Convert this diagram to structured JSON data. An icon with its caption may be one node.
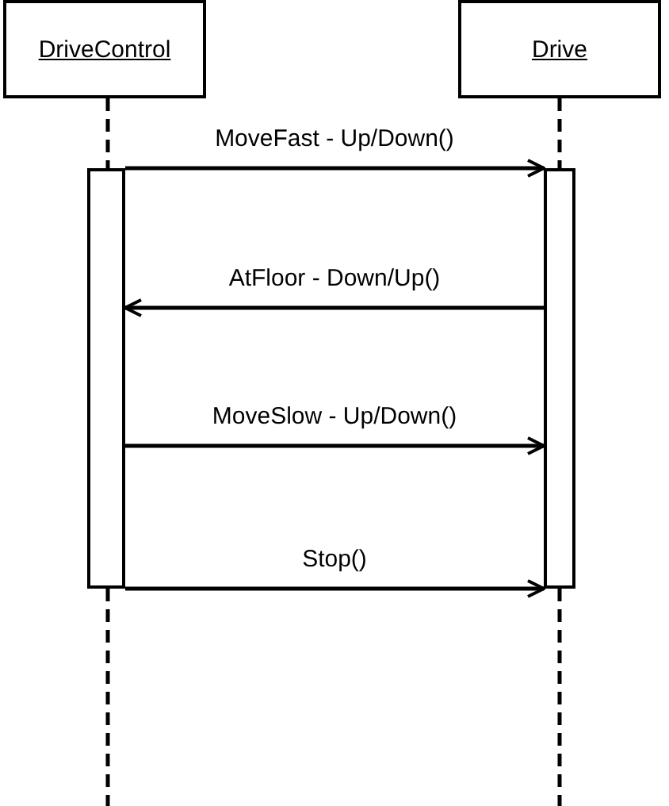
{
  "diagram": {
    "nodes": [
      {
        "text": [
          "DriveControl"
        ]
      },
      {
        "text": [
          "Drive"
        ]
      },
      {
        "text": [],
        "shape": "bar"
      },
      {
        "text": [],
        "shape": "bar"
      }
    ],
    "edges": [
      {
        "from": 0,
        "to": 2,
        "arrow": "none",
        "style": "dashed"
      },
      {
        "from": 1,
        "to": 3,
        "arrow": "none",
        "style": "dashed"
      },
      {
        "from": 2,
        "to": null,
        "arrow": "none",
        "style": "dashed"
      },
      {
        "from": 3,
        "to": null,
        "arrow": "none",
        "style": "dashed"
      },
      {
        "from": 2,
        "to": 3,
        "arrow": "to",
        "label": "MoveFast - Up/Down()"
      },
      {
        "from": 3,
        "to": 2,
        "arrow": "to",
        "label": "AtFloor - Down/Up()"
      },
      {
        "from": 2,
        "to": 3,
        "arrow": "to",
        "label": "MoveSlow - Up/Down()"
      },
      {
        "from": 2,
        "to": 3,
        "arrow": "to",
        "label": "Stop()"
      }
    ]
  }
}
